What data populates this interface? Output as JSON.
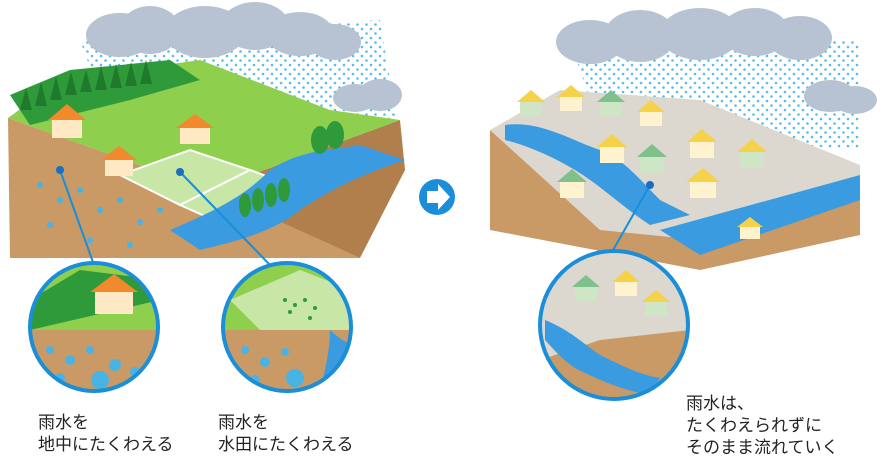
{
  "captions": {
    "left_circle": [
      "雨水を",
      "地中にたくわえる"
    ],
    "middle_circle": [
      "雨水を",
      "水田にたくわえる"
    ],
    "right_circle": [
      "雨水は、",
      "たくわえられずに",
      "そのまま流れていく"
    ]
  },
  "colors": {
    "cloud": "#b7c3d2",
    "rain": "#49b3e3",
    "soil": "#c99966",
    "soil_dark": "#b07f4b",
    "grass": "#8fcf4e",
    "forest": "#2e9a3a",
    "river": "#3b9be0",
    "paddy": "#c8e6a6",
    "urban_ground": "#dcd8d0",
    "house_yellow": "#f5d24a",
    "house_green": "#cfe6c6",
    "roof_orange": "#f08a2c",
    "arrow": "#1a8ed8"
  },
  "icons": {
    "arrow": "right-arrow-icon"
  }
}
